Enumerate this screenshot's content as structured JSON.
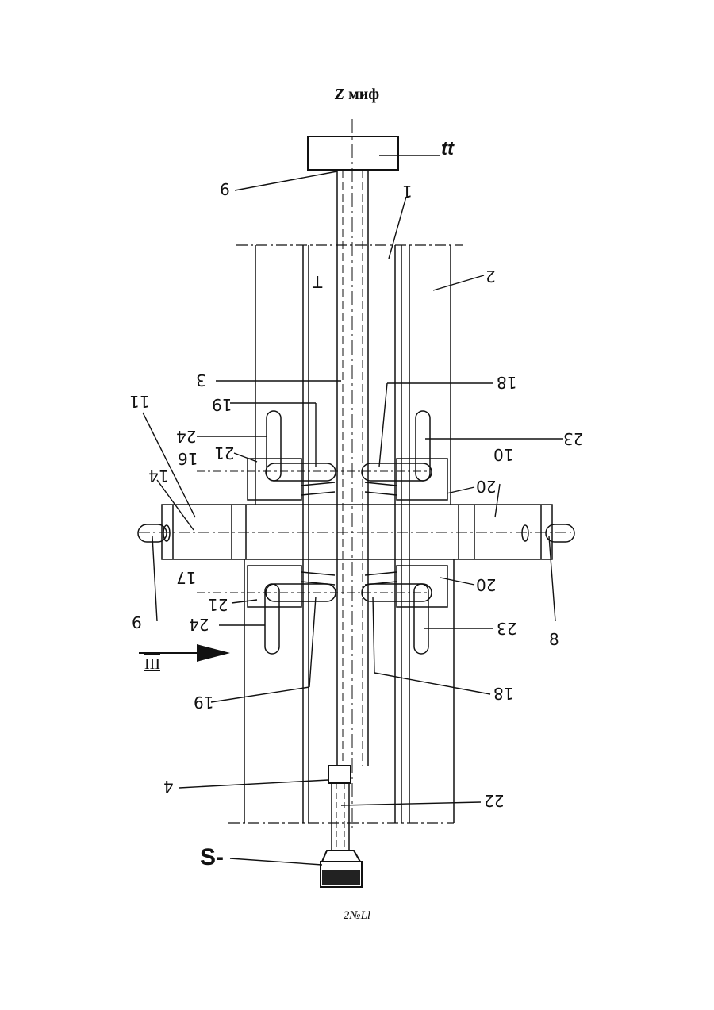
{
  "header": {
    "prefix": "Z",
    "word": "миф"
  },
  "footer": {
    "text": "2№Ll"
  },
  "labels": {
    "l_tt": "tt",
    "l_9top": "9",
    "l_1": "1",
    "l_2": "2",
    "l_T": "T",
    "l_3": "3",
    "l_11": "11",
    "l_19a": "19",
    "l_18a": "18",
    "l_24a": "24",
    "l_21a": "21",
    "l_16": "16",
    "l_14": "14",
    "l_23a": "23",
    "l_10": "10",
    "l_20a": "20",
    "l_20b": "20",
    "l_17": "17",
    "l_21b": "21",
    "l_24b": "24",
    "l_9left": "9",
    "l_23b": "23",
    "l_8": "8",
    "l_III": "III",
    "l_19b": "19",
    "l_18b": "18",
    "l_4": "4",
    "l_22": "22",
    "l_S": "S-"
  },
  "colors": {
    "ink": "#111111",
    "paper": "#ffffff"
  }
}
